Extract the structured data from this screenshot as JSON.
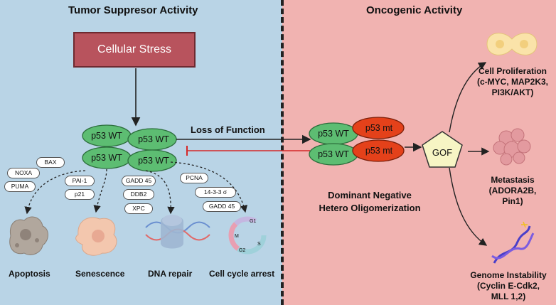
{
  "left_heading": "Tumor Suppresor Activity",
  "right_heading": "Oncogenic Activity",
  "stress_label": "Cellular Stress",
  "p53_wt": "p53 WT",
  "p53_mt": "p53 mt",
  "loss_of_function": "Loss of Function",
  "dominant_negative": {
    "line1": "Dominant Negative",
    "line2": "Hetero Oligomerization"
  },
  "gof": "GOF",
  "pills": {
    "bax": "BAX",
    "noxa": "NOXA",
    "puma": "PUMA",
    "pai1": "PAI-1",
    "p21": "p21",
    "gadd45_a": "GADD 45",
    "ddb2": "DDB2",
    "xpc": "XPC",
    "pcna": "PCNA",
    "s1433": "14-3-3 σ",
    "gadd45_b": "GADD 45"
  },
  "outcomes": {
    "apoptosis": "Apoptosis",
    "senescence": "Senescence",
    "dna_repair": "DNA repair",
    "cell_cycle_arrest": "Cell cycle arrest"
  },
  "cycle_labels": {
    "g1": "G1",
    "s": "S",
    "g2": "G2",
    "m": "M"
  },
  "oncogenic": {
    "proliferation": {
      "l1": "Cell Proliferation",
      "l2": "(c-MYC, MAP2K3,",
      "l3": "PI3K/AKT)"
    },
    "metastasis": {
      "l1": "Metastasis",
      "l2": "(ADORA2B,",
      "l3": "Pin1)"
    },
    "instability": {
      "l1": "Genome Instability",
      "l2": "(Cyclin E-Cdk2,",
      "l3": "MLL 1,2)"
    }
  },
  "colors": {
    "left_bg": "#b9d4e6",
    "right_bg": "#f1b3b1",
    "stress": "#b8535d",
    "wt": "#5dbd72",
    "mt": "#e4411a",
    "gof": "#f7f5c4",
    "inhibit": "#d62828"
  },
  "icons": [
    "apoptotic-cell-icon",
    "senescent-cell-icon",
    "dna-repair-icon",
    "cell-cycle-icon",
    "dividing-cell-icon",
    "metastatic-cell-icon",
    "dna-helix-icon"
  ]
}
